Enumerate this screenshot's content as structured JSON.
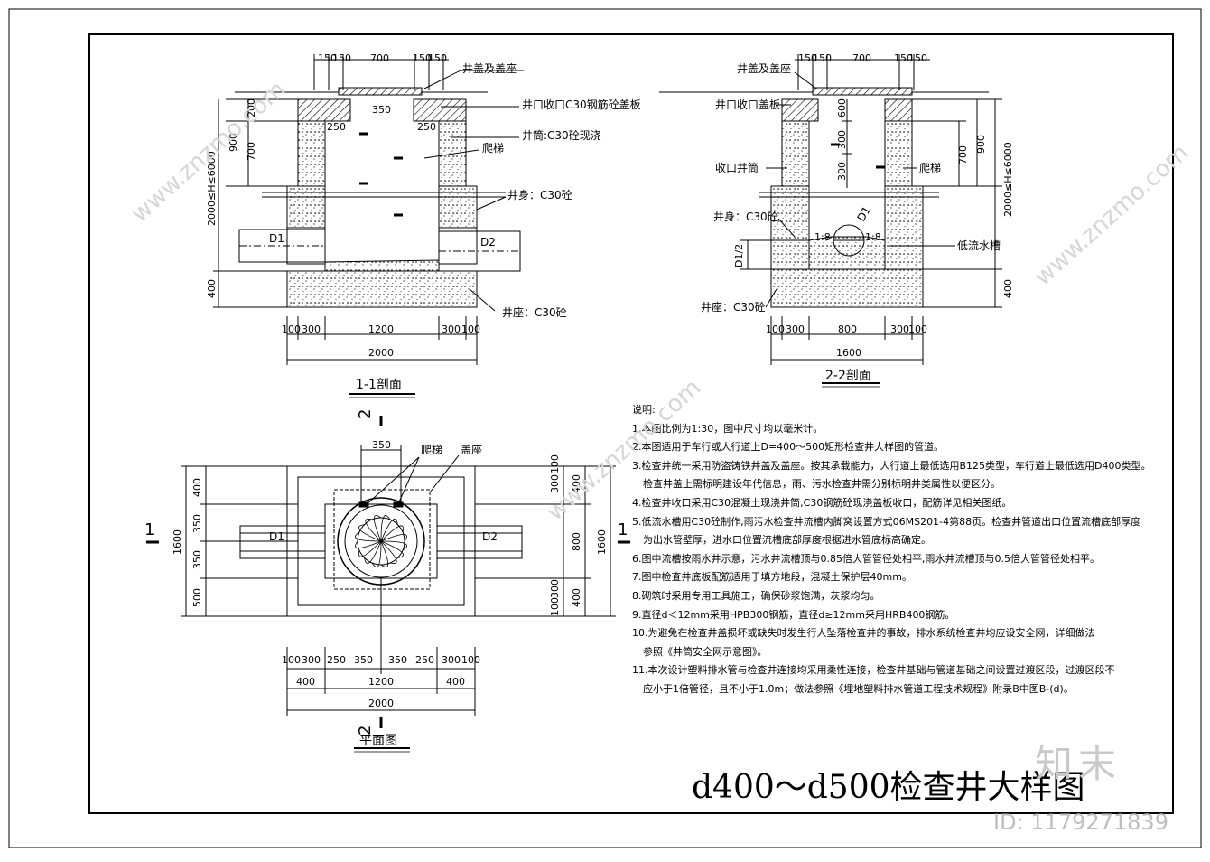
{
  "title": "d400～d500检查井大样图",
  "watermark": {
    "site": "www.znzmo.com",
    "logo": "知末",
    "id": "ID: 1179271839"
  },
  "section1": {
    "caption": "1-1剖面",
    "dims_top": [
      "150",
      "150",
      "700",
      "150",
      "150"
    ],
    "dim_350": "350",
    "dim_250a": "250",
    "dim_250b": "250",
    "dims_left": [
      "200",
      "700",
      "900",
      "2000≤H≤6000",
      "400"
    ],
    "labels": {
      "cover": "井盖及盖座",
      "slab": "井口收口C30钢筋砼盖板",
      "shaft": "井筒:C30砼现浇",
      "ladder": "爬梯",
      "body": "井身：C30砼",
      "base": "井座：C30砼",
      "d1": "D1",
      "d2": "D2"
    },
    "dims_bottom": [
      "100",
      "300",
      "1200",
      "300",
      "100"
    ],
    "dim_total": "2000"
  },
  "section2": {
    "caption": "2-2剖面",
    "dims_top": [
      "150",
      "150",
      "700",
      "150",
      "150"
    ],
    "dims_inner": [
      "600",
      "300",
      "300"
    ],
    "dims_right": [
      "700",
      "900",
      "2000≤H≤6000",
      "400"
    ],
    "labels": {
      "cover": "井盖及盖座",
      "slab": "井口收口盖板",
      "neck": "收口井筒",
      "ladder": "爬梯",
      "body": "井身：C30砼",
      "base": "井座：C30砼",
      "channel": "低流水槽",
      "d1": "D1",
      "slope": "1:8",
      "d1half": "D1/2"
    },
    "dims_bottom": [
      "100",
      "300",
      "800",
      "300",
      "100"
    ],
    "dim_total": "1600"
  },
  "plan": {
    "caption": "平面图",
    "dim_350": "350",
    "labels": {
      "ladder": "爬梯",
      "seat": "盖座",
      "d1": "D1",
      "d2": "D2",
      "cut": "1",
      "cut2": "2"
    },
    "dims_left": [
      "400",
      "350",
      "350",
      "500",
      "1600"
    ],
    "dims_right": [
      "300",
      "100",
      "400",
      "800",
      "400",
      "100",
      "300",
      "1600"
    ],
    "dims_bottom": [
      "100",
      "300",
      "250",
      "350",
      "350",
      "250",
      "300",
      "100"
    ],
    "dims_bottom2": [
      "400",
      "1200",
      "400"
    ],
    "dim_total": "2000"
  },
  "notes": {
    "heading": "说明:",
    "items": [
      "1.本图比例为1:30，图中尺寸均以毫米计。",
      "2.本图适用于车行或人行道上D=400～500矩形检查井大样图的管道。",
      "3.检查井统一采用防盗铸铁井盖及盖座。按其承载能力，人行道上最低选用B125类型，车行道上最低选用D400类型。",
      "检查井盖上需标明建设年代信息，雨、污水检查井需分别标明井类属性以便区分。",
      "4.检查井收口采用C30混凝土现浇井筒,C30钢筋砼现浇盖板收口，配筋详见相关图纸。",
      "5.低流水槽用C30砼制作,雨污水检查井流槽内脚窝设置方式06MS201-4第88页。检查井管道出口位置流槽底部厚度",
      "为出水管壁厚，进水口位置流槽底部厚度根据进水管底标高确定。",
      "6.图中流槽按雨水井示意，污水井流槽顶与0.85倍大管管径处相平,雨水井流槽顶与0.5倍大管管径处相平。",
      "7.图中检查井底板配筋适用于填方地段，混凝土保护层40mm。",
      "8.砌筑时采用专用工具施工，确保砂浆饱满，灰浆均匀。",
      "9.直径d＜12mm采用HPB300钢筋，直径d≥12mm采用HRB400钢筋。",
      "10.为避免在检查井盖损坏或缺失时发生行人坠落检查井的事故，排水系统检查井均应设安全网，详细做法",
      "参照《井筒安全网示意图》。",
      "11.本次设计塑料排水管与检查井连接均采用柔性连接，检查井基础与管道基础之间设置过渡区段，过渡区段不",
      "应小于1倍管径，且不小于1.0m；做法参照《埋地塑料排水管道工程技术规程》附录B中图B-(d)。"
    ]
  },
  "colors": {
    "line": "#000000",
    "watermark": "#d0d0d0"
  }
}
